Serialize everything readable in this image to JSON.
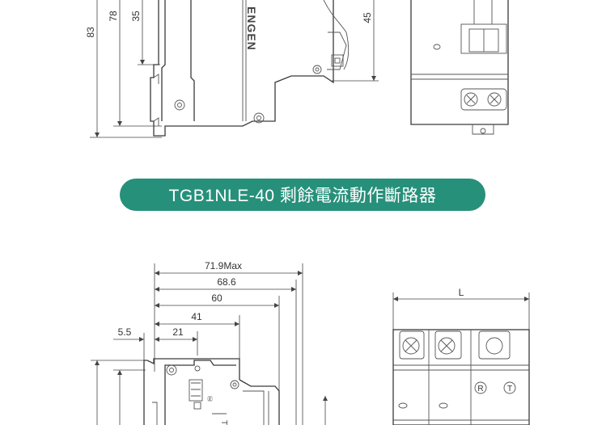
{
  "banner": {
    "title": "TGB1NLE-40 剩餘電流動作斷路器"
  },
  "top_view": {
    "brand": "ENGEN",
    "dims": {
      "d1": "83",
      "d2": "78",
      "d3": "35",
      "d4": "45"
    }
  },
  "bottom_view": {
    "dims": {
      "w1": "71.9Max",
      "w2": "68.6",
      "w3": "60",
      "w4": "41",
      "w5": "21",
      "w6": "5.5",
      "width": "L"
    },
    "terminal_labels": {
      "r": "R",
      "t": "T"
    }
  },
  "colors": {
    "banner": "#27907a",
    "line": "#3a3a3a"
  }
}
